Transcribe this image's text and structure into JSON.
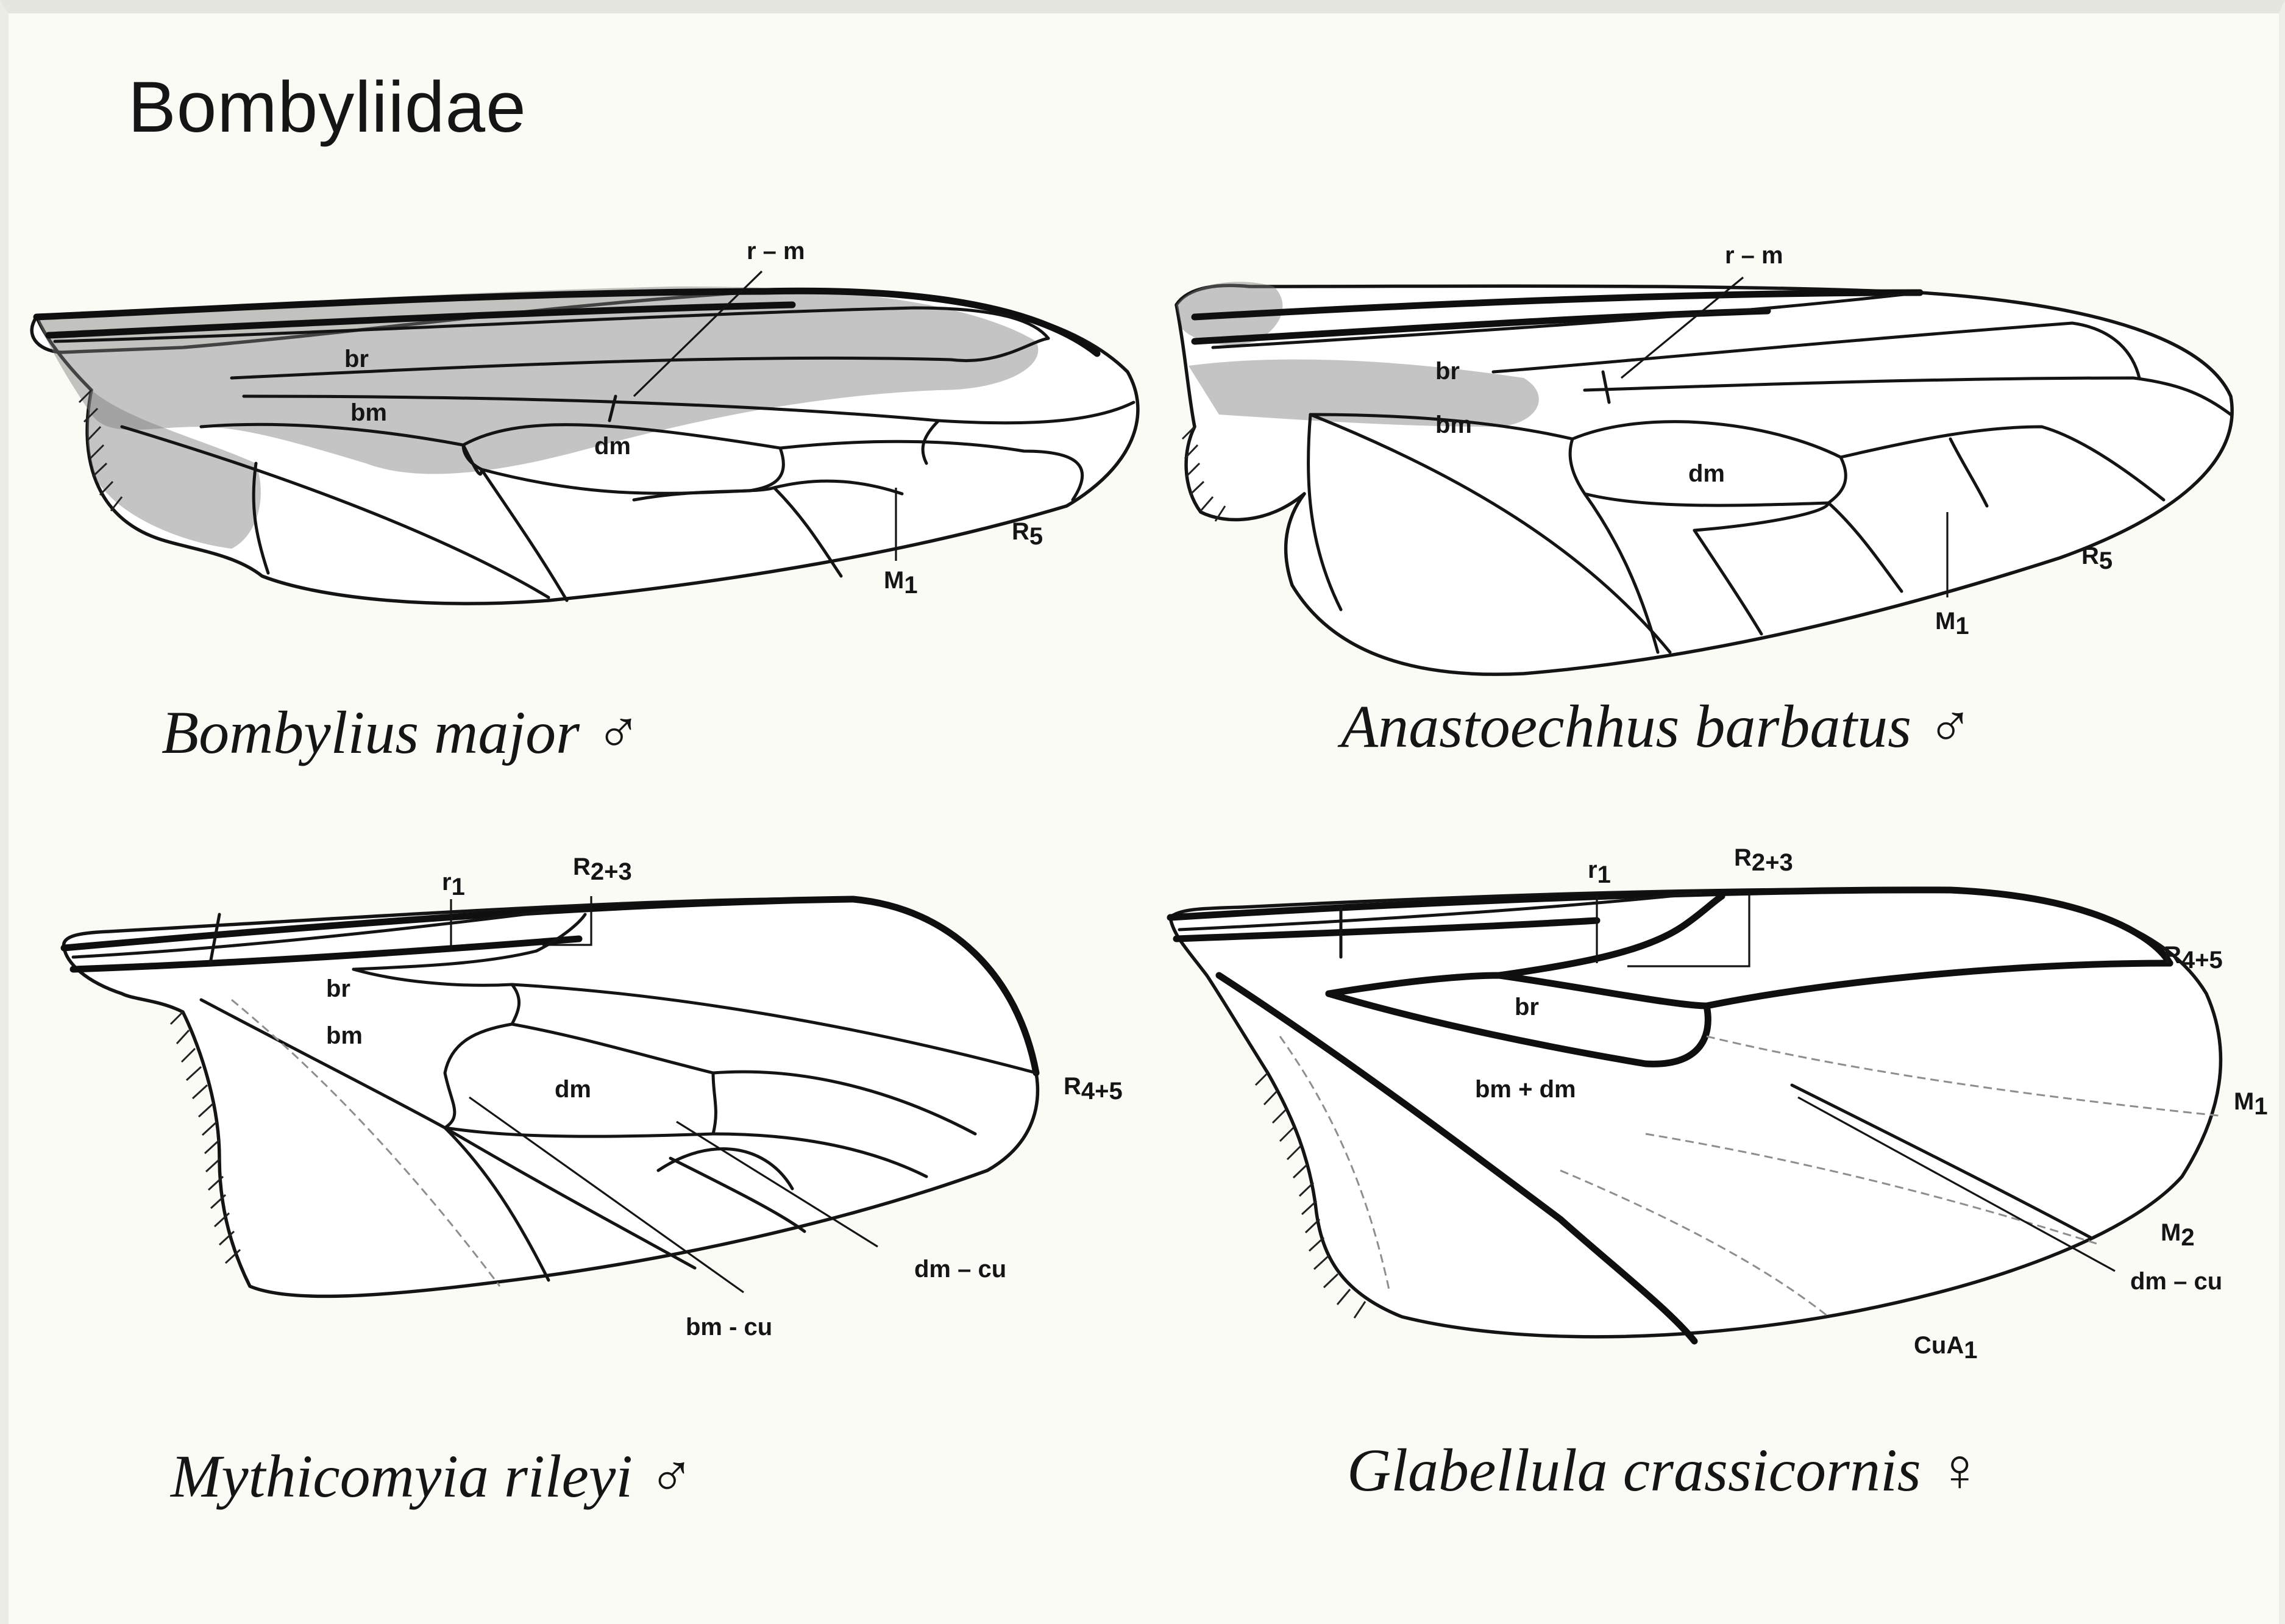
{
  "title": "Bombyliidae",
  "panels": [
    {
      "caption": {
        "name": "Bombylius major",
        "sex": "♂"
      },
      "labels": {
        "r_m": "r – m",
        "br": "br",
        "bm": "bm",
        "dm": "dm",
        "M1": "M",
        "M1_sub": "1",
        "R5": "R",
        "R5_sub": "5"
      }
    },
    {
      "caption": {
        "name": "Anastoechhus barbatus",
        "sex": "♂"
      },
      "labels": {
        "r_m": "r – m",
        "br": "br",
        "bm": "bm",
        "dm": "dm",
        "M1": "M",
        "M1_sub": "1",
        "R5": "R",
        "R5_sub": "5"
      }
    },
    {
      "caption": {
        "name": "Mythicomyia rileyi",
        "sex": "♂"
      },
      "labels": {
        "r1": "r",
        "r1_sub": "1",
        "R23": "R",
        "R23_sub": "2+3",
        "br": "br",
        "bm": "bm",
        "dm": "dm",
        "R45": "R",
        "R45_sub": "4+5",
        "dm_cu": "dm – cu",
        "bm_cu": "bm - cu"
      }
    },
    {
      "caption": {
        "name": "Glabellula crassicornis",
        "sex": "♀"
      },
      "labels": {
        "r1": "r",
        "r1_sub": "1",
        "R23": "R",
        "R23_sub": "2+3",
        "R45": "R",
        "R45_sub": "4+5",
        "br": "br",
        "bm_dm": "bm + dm",
        "M1": "M",
        "M1_sub": "1",
        "M2": "M",
        "M2_sub": "2",
        "dm_cu": "dm – cu",
        "CuA1": "CuA",
        "CuA1_sub": "1"
      }
    }
  ]
}
